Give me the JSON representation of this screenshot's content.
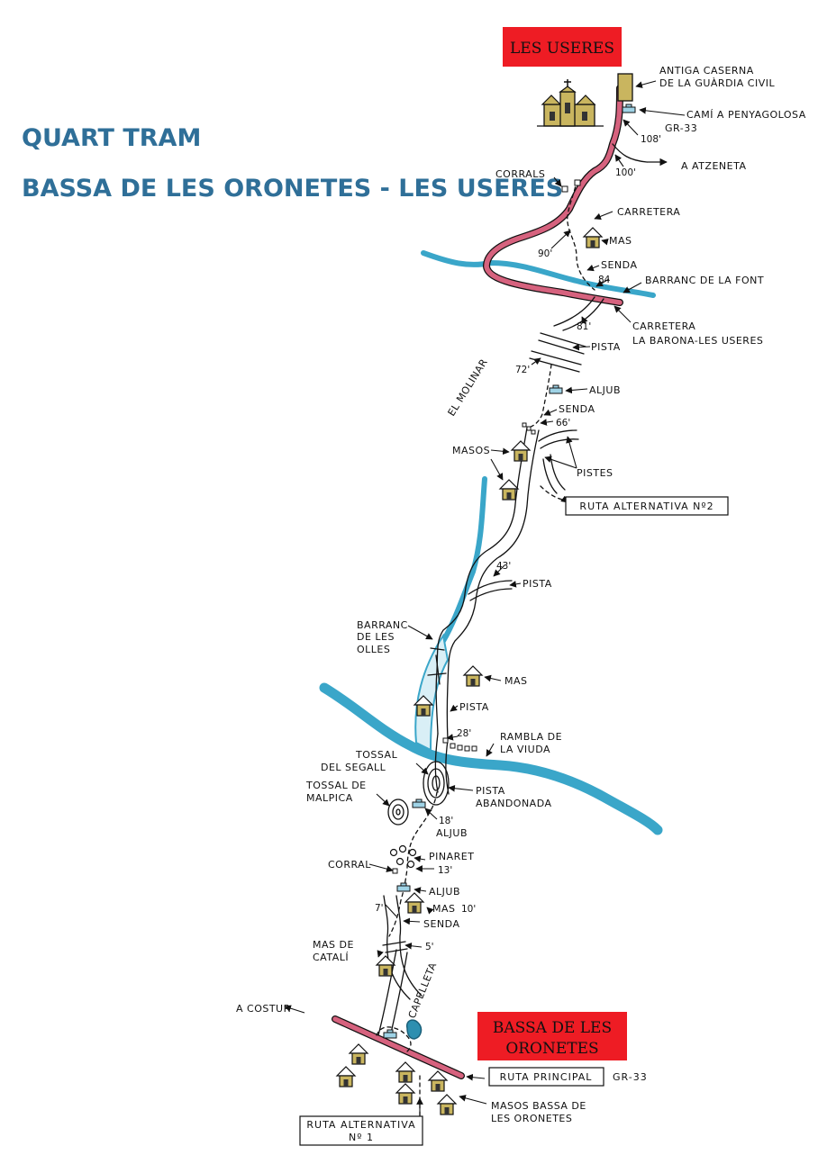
{
  "title": {
    "line1": "QUART TRAM",
    "line2": "BASSA DE LES ORONETES - LES USERES"
  },
  "endpoints": {
    "start": {
      "line1": "BASSA DE LES",
      "line2": "ORONETES",
      "color": "#ee1c24"
    },
    "end": {
      "label": "LES USERES",
      "color": "#ee1c24"
    }
  },
  "route_boxes": {
    "principal": "RUTA PRINCIPAL",
    "gr_code": "GR-33",
    "alt1_line1": "RUTA ALTERNATIVA",
    "alt1_line2": "Nº 1",
    "alt2": "RUTA ALTERNATIVA  Nº2"
  },
  "labels": {
    "antiga_1": "ANTIGA CASERNA",
    "antiga_2": "DE LA GUÀRDIA CIVIL",
    "cami_penyagolosa": "CAMÍ A PENYAGOLOSA",
    "gr33_top": "GR-33",
    "a_atzeneta": "A ATZENETA",
    "corrals": "CORRALS",
    "carretera": "CARRETERA",
    "mas_top": "MAS",
    "senda_top": "SENDA",
    "barranc_font": "BARRANC DE LA FONT",
    "carretera2_1": "CARRETERA",
    "carretera2_2": "LA BARONA-LES USERES",
    "pista_81": "PISTA",
    "el_molinar": "EL MOLINAR",
    "aljub_top": "ALJUB",
    "senda_66": "SENDA",
    "masos": "MASOS",
    "pistes": "PISTES",
    "pista_43": "PISTA",
    "barranc_olles_1": "BARRANC",
    "barranc_olles_2": "DE LES",
    "barranc_olles_3": "OLLES",
    "mas_mid": "MAS",
    "pista_mid": "PISTA",
    "rambla_1": "RAMBLA DE",
    "rambla_2": "LA VIUDA",
    "tossal_segall_1": "TOSSAL",
    "tossal_segall_2": "DEL SEGALL",
    "pista_aband_1": "PISTA",
    "pista_aband_2": "ABANDONADA",
    "tossal_malpica_1": "TOSSAL DE",
    "tossal_malpica_2": "MALPICA",
    "aljub_18": "ALJUB",
    "pinaret": "PINARET",
    "corral": "CORRAL",
    "aljub_low": "ALJUB",
    "mas_10": "MAS",
    "senda_low": "SENDA",
    "mas_catali_1": "MAS DE",
    "mas_catali_2": "CATALÍ",
    "a_costur": "A COSTUR",
    "capelleta": "CAPELLETA",
    "masos_bassa_1": "MASOS BASSA DE",
    "masos_bassa_2": "LES ORONETES"
  },
  "times": {
    "t108": "108'",
    "t100": "100'",
    "t90": "90'",
    "t84": "84",
    "t81": "81'",
    "t72": "72'",
    "t66": "66'",
    "t43": "43'",
    "t28": "28'",
    "t18": "18'",
    "t13": "13'",
    "t10": "10'",
    "t7": "7'",
    "t5": "5'"
  },
  "colors": {
    "title": "#2f6f98",
    "water": "#3aa6c9",
    "road": "#d6627e",
    "red_box": "#ee1c24"
  }
}
